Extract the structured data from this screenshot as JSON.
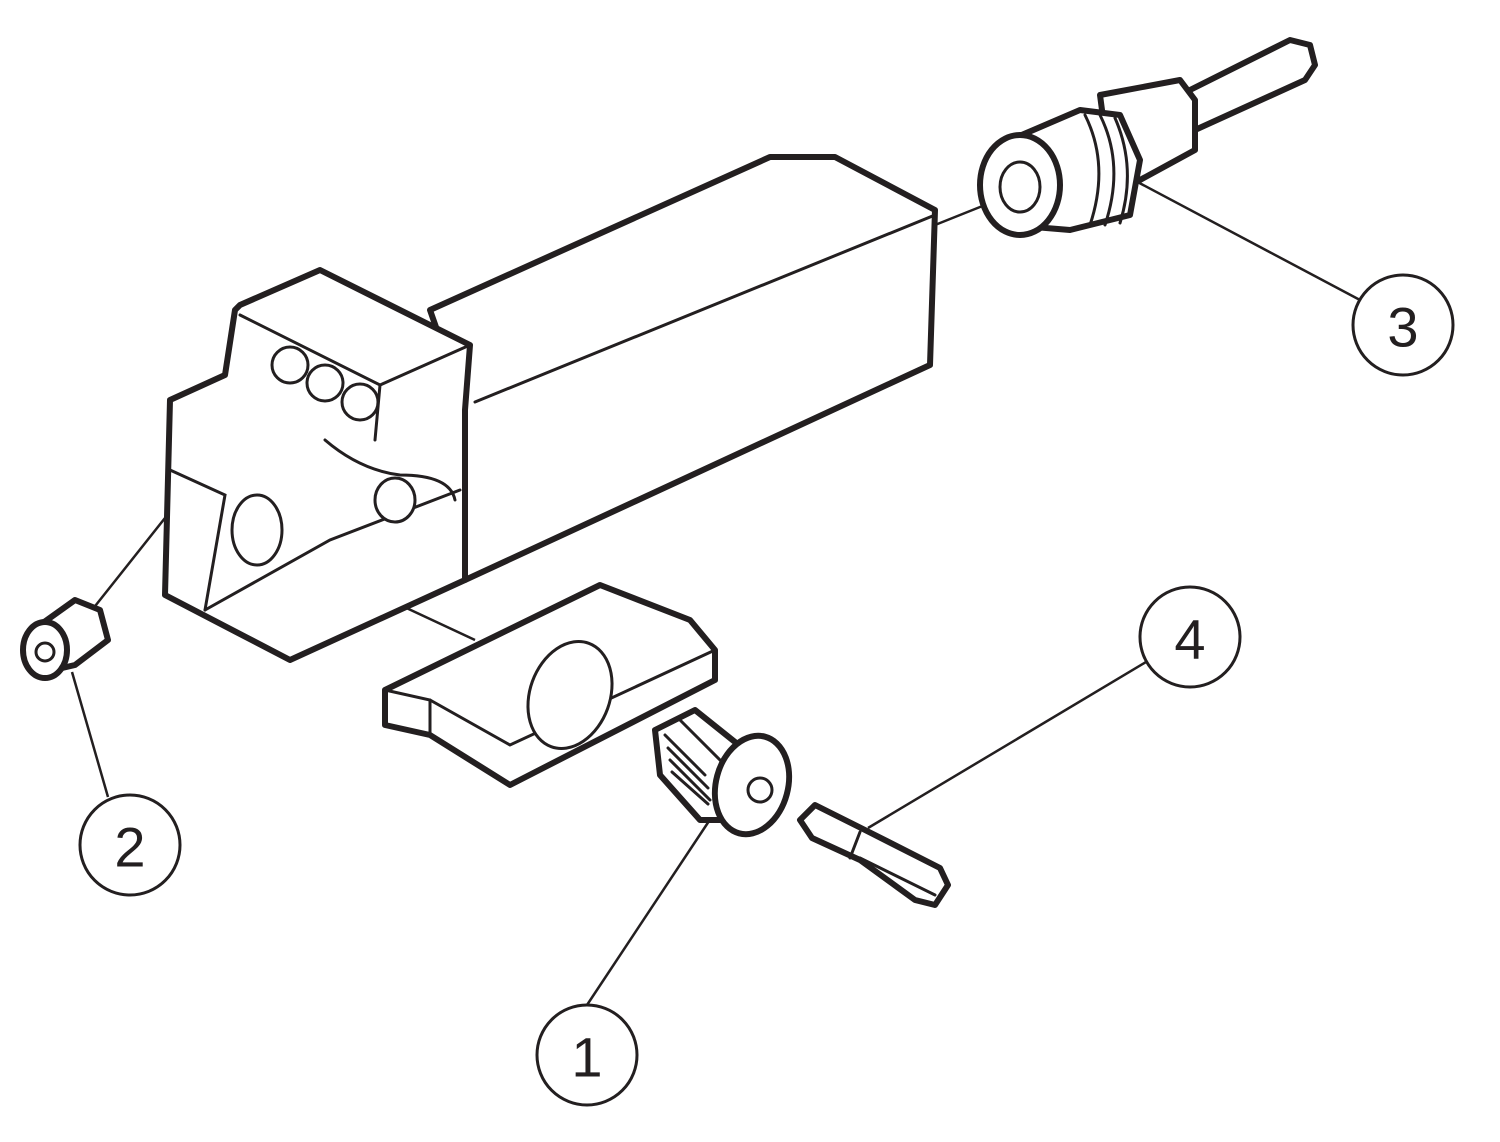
{
  "diagram": {
    "type": "exploded-assembly",
    "callouts": [
      {
        "id": "1",
        "label": "1",
        "part": "insert-clamp-screw"
      },
      {
        "id": "2",
        "label": "2",
        "part": "set-screw"
      },
      {
        "id": "3",
        "label": "3",
        "part": "coolant-nozzle"
      },
      {
        "id": "4",
        "label": "4",
        "part": "torx-key"
      }
    ],
    "line_color": "#231f20"
  }
}
